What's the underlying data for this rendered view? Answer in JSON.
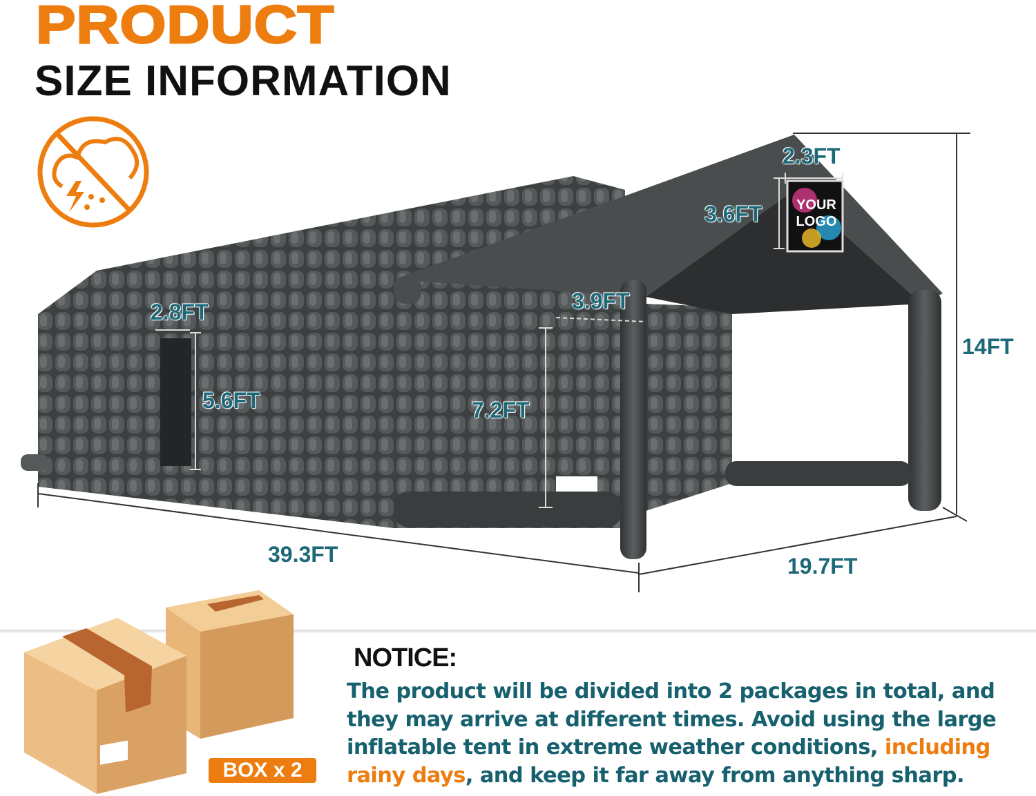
{
  "header": {
    "title_line1": "PRODUCT",
    "title_line2": "SIZE INFORMATION"
  },
  "icons": {
    "weather": "no-rain-storm-icon",
    "boxes": "cardboard-boxes-icon"
  },
  "dimensions": {
    "roof_logo_width": "2.3FT",
    "roof_logo_height": "3.6FT",
    "logo_text": "YOUR LOGO",
    "window_width": "2.8FT",
    "window_height": "5.6FT",
    "door_width": "3.9FT",
    "door_height": "7.2FT",
    "total_height": "14FT",
    "length": "39.3FT",
    "width": "19.7FT"
  },
  "notice": {
    "heading": "NOTICE:",
    "text_part1": "The product will be divided into 2 packages in total, and they may arrive at different times. Avoid using the large inflatable tent in extreme weather conditions, ",
    "highlight": "including rainy days",
    "text_part2": ", and keep it far away from anything sharp."
  },
  "box_badge": "BOX x 2",
  "colors": {
    "accent": "#ee7d0f",
    "teal": "#17606e",
    "tent": "#3e4142"
  }
}
